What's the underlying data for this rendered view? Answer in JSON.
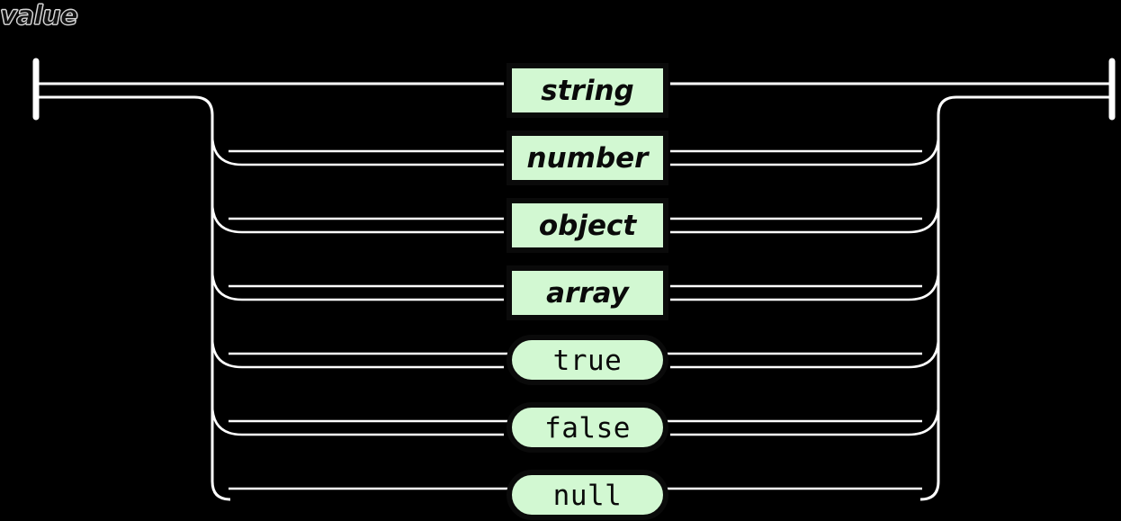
{
  "diagram": {
    "title": "value",
    "type": "railroad-syntax-diagram",
    "grammar_rule": "value",
    "description": "A JSON value is one of: string, number, object, array, true, false, null.",
    "colors": {
      "background": "#000000",
      "rail": "#ffffff",
      "box_fill": "#d2f8d2",
      "box_border": "#0a0a0a",
      "label_text": "#0a0a0a"
    },
    "alternatives": [
      {
        "label": "string",
        "kind": "nonterminal",
        "shape": "rect",
        "row": 1
      },
      {
        "label": "number",
        "kind": "nonterminal",
        "shape": "rect",
        "row": 2
      },
      {
        "label": "object",
        "kind": "nonterminal",
        "shape": "rect",
        "row": 3
      },
      {
        "label": "array",
        "kind": "nonterminal",
        "shape": "rect",
        "row": 4
      },
      {
        "label": "true",
        "kind": "terminal",
        "shape": "pill",
        "row": 5
      },
      {
        "label": "false",
        "kind": "terminal",
        "shape": "pill",
        "row": 6
      },
      {
        "label": "null",
        "kind": "terminal",
        "shape": "pill",
        "row": 7
      }
    ],
    "markers": {
      "start_bar": "start",
      "end_bar": "end"
    }
  }
}
